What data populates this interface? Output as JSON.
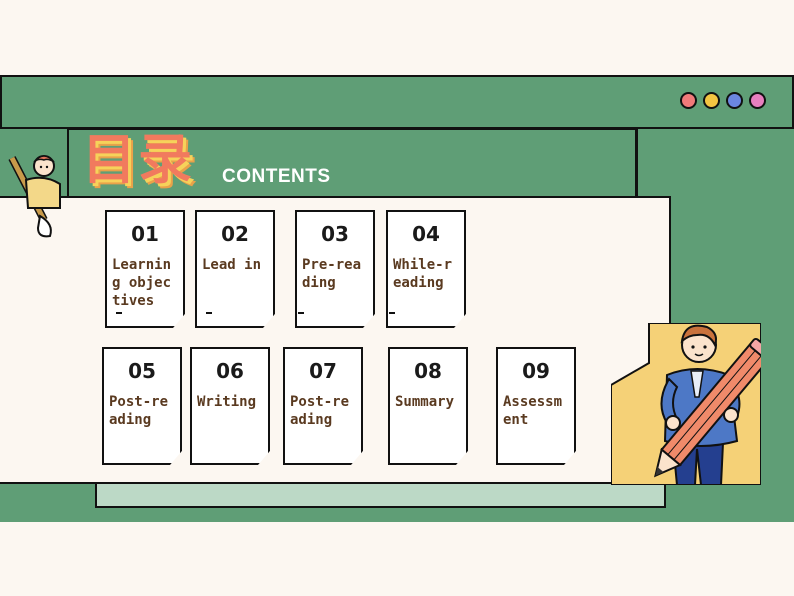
{
  "window": {
    "dot_colors": [
      "#f17a7a",
      "#f4c542",
      "#6b86e0",
      "#e77fbf"
    ]
  },
  "header": {
    "title_cn": "目录",
    "title_en": "CONTENTS"
  },
  "items": [
    {
      "num": "01",
      "label": "Learning objectives"
    },
    {
      "num": "02",
      "label": "Lead in"
    },
    {
      "num": "03",
      "label": "Pre-reading"
    },
    {
      "num": "04",
      "label": "While-reading"
    },
    {
      "num": "05",
      "label": "Post-reading"
    },
    {
      "num": "06",
      "label": "Writing"
    },
    {
      "num": "07",
      "label": "Post-reading"
    },
    {
      "num": "08",
      "label": "Summary"
    },
    {
      "num": "09",
      "label": "Assessment"
    }
  ],
  "icons": {
    "left_figure": "student-with-brush-icon",
    "right_figure": "teacher-with-pencil-icon"
  }
}
